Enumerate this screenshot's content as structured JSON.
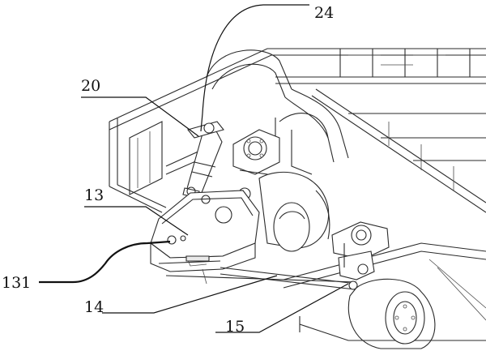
{
  "figure": {
    "callouts": [
      {
        "id": "24",
        "text": "24"
      },
      {
        "id": "20",
        "text": "20"
      },
      {
        "id": "13",
        "text": "13"
      },
      {
        "id": "131",
        "text": "131"
      },
      {
        "id": "14",
        "text": "14"
      },
      {
        "id": "15",
        "text": "15"
      }
    ],
    "colors": {
      "line": "#2a2a2a",
      "background": "#ffffff"
    }
  }
}
